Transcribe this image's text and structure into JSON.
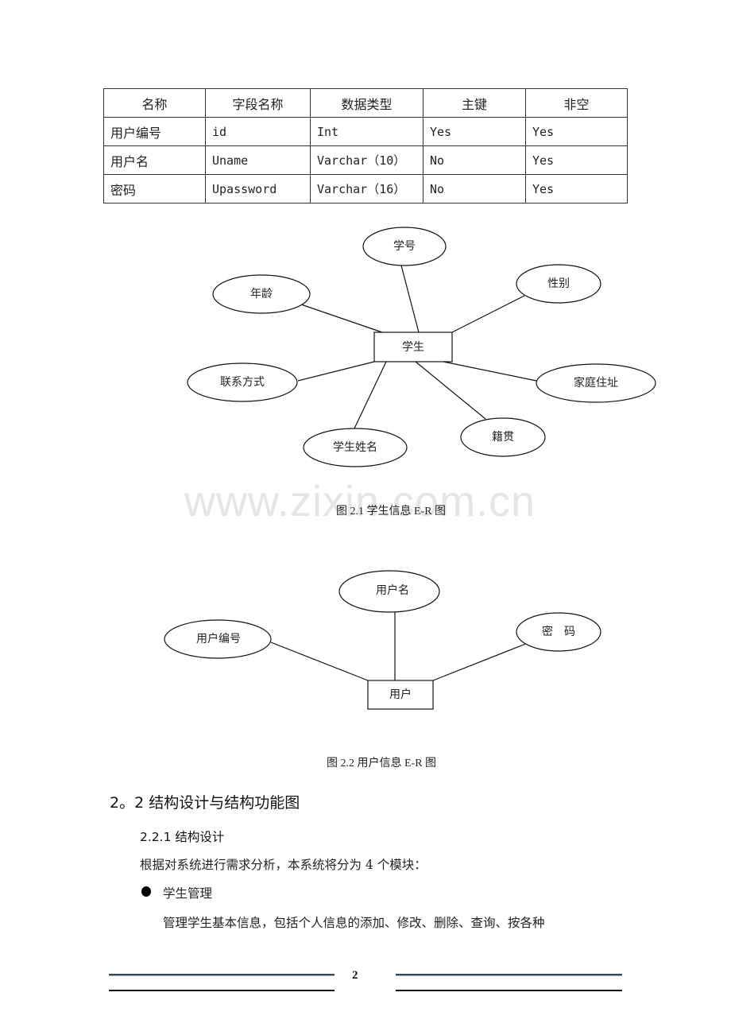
{
  "table": {
    "headers": [
      "名称",
      "字段名称",
      "数据类型",
      "主键",
      "非空"
    ],
    "rows": [
      [
        "用户编号",
        "id",
        "Int",
        "Yes",
        "Yes"
      ],
      [
        "用户名",
        "Uname",
        "Varchar（10）",
        "No",
        "Yes"
      ],
      [
        "密码",
        "Upassword",
        "Varchar（16）",
        "No",
        "Yes"
      ]
    ]
  },
  "figure_student": {
    "entity": "学生",
    "attributes": [
      "学号",
      "年龄",
      "性别",
      "联系方式",
      "家庭住址",
      "学生姓名",
      "籍贯"
    ],
    "caption": "图 2.1  学生信息 E-R 图"
  },
  "watermark": "www.zixin.com.cn",
  "figure_user": {
    "entity": "用户",
    "attributes": [
      "用户名",
      "用户编号",
      "密　码"
    ],
    "caption": "图 2.2  用户信息 E-R 图"
  },
  "section": {
    "heading": "2。2  结构设计与结构功能图",
    "subheading": "2.2.1  结构设计",
    "intro": "根据对系统进行需求分析，本系统将分为 4 个模块：",
    "bullet": "学生管理",
    "bullet_desc": "管理学生基本信息，包括个人信息的添加、修改、删除、查询、按各种"
  },
  "footer": {
    "page_number": "2"
  }
}
